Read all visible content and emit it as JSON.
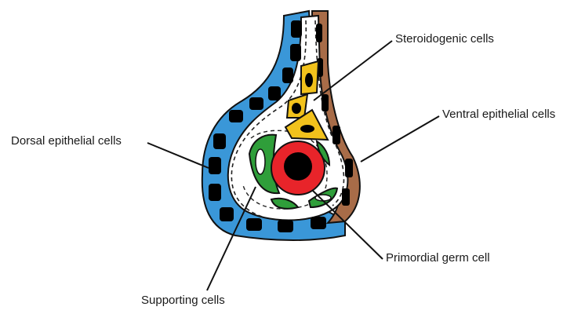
{
  "labels": {
    "steroidogenic": "Steroidogenic cells",
    "ventral": "Ventral epithelial cells",
    "dorsal": "Dorsal epithelial cells",
    "primordial": "Primordial germ cell",
    "supporting": "Supporting cells"
  },
  "colors": {
    "dorsal_epithelium": "#3a97d8",
    "ventral_epithelium": "#a86c48",
    "steroidogenic": "#f2c21c",
    "supporting": "#2f9e3a",
    "germ_cell": "#e8242a",
    "nucleus": "#000000"
  }
}
